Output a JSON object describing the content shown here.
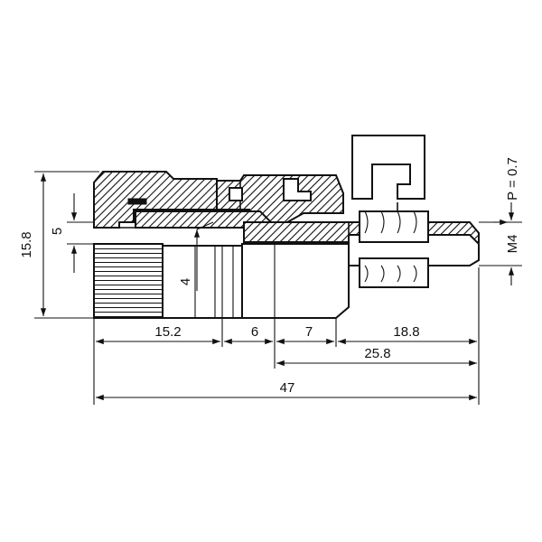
{
  "dimensions": {
    "overall_height": "15.8",
    "cap_height": "5",
    "hole_diameter": "4",
    "knob_length": "15.2",
    "sleeve_length": "6",
    "body_length": "7",
    "thread_length": "18.8",
    "mount_length": "25.8",
    "total_length": "47",
    "thread_spec": "M4",
    "pitch_spec": "P = 0.7"
  },
  "colors": {
    "line": "#111111",
    "background": "#ffffff"
  }
}
